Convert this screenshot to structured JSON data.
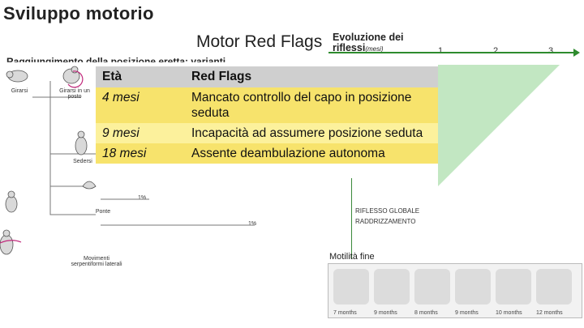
{
  "slide": {
    "title": "Sviluppo motorio",
    "heading": "Motor Red Flags",
    "left_subtitle": "Raggiungimento della posizione eretta: varianti"
  },
  "evolution": {
    "title_line1": "Evoluzione dei",
    "title_line2": "riflessi",
    "unit": "(mesi)",
    "ticks": [
      "1",
      "2",
      "3"
    ],
    "reflex_line1": "RIFLESSO GLOBALE",
    "reflex_line2": "RADDRIZZAMENTO",
    "fine_motor_label": "Motilità fine"
  },
  "figures": {
    "labels": [
      "Girarsi",
      "Girarsi in un posto",
      "Sedersi",
      "Ponte",
      "Movimenti serpentiformi laterali"
    ],
    "percent_1": "1%",
    "percent_2": "1%"
  },
  "table": {
    "headers": [
      "Età",
      "Red Flags"
    ],
    "rows": [
      {
        "age": "4 mesi",
        "flag": "Mancato controllo del capo in posizione seduta"
      },
      {
        "age": "9 mesi",
        "flag": "Incapacità ad assumere posizione seduta"
      },
      {
        "age": "18 mesi",
        "flag": "Assente deambulazione autonoma"
      }
    ]
  },
  "hand_strip": {
    "labels": [
      "7 months",
      "9 months",
      "8 months",
      "9 months",
      "10 months",
      "12 months"
    ]
  },
  "colors": {
    "header_row": "#cfcfcf",
    "row_light": "#fcf19c",
    "row_dark": "#f7e36c",
    "axis_green": "#2e8b2e"
  }
}
